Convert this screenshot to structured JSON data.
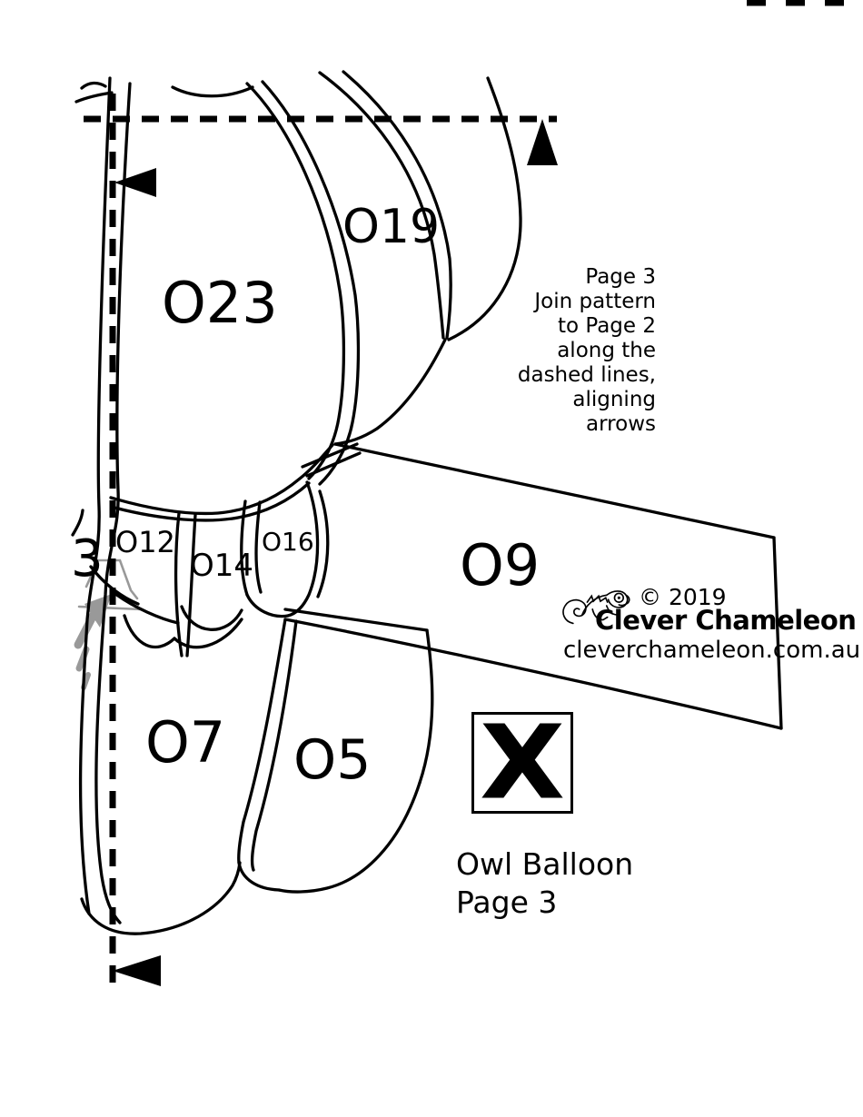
{
  "pattern": {
    "pieces": {
      "o23": "O23",
      "o19": "O19",
      "o9": "O9",
      "o12": "O12",
      "o14": "O14",
      "o16": "O16",
      "o7": "O7",
      "o5": "O5",
      "partial_left_piece": "3"
    },
    "join_note": {
      "lines": [
        "Page 3",
        "Join pattern",
        "to Page 2",
        "along the",
        "dashed lines,",
        "aligning",
        "arrows"
      ]
    },
    "branding": {
      "copyright": "© 2019",
      "name": "Clever Chameleon",
      "website": "cleverchameleon.com.au",
      "logo_icon": "chameleon-icon"
    },
    "registration_marker": "X",
    "footer": {
      "title": "Owl Balloon",
      "page": "Page 3"
    },
    "colors": {
      "line": "#000000",
      "ghost_preview": "#999999",
      "background": "#ffffff"
    }
  }
}
